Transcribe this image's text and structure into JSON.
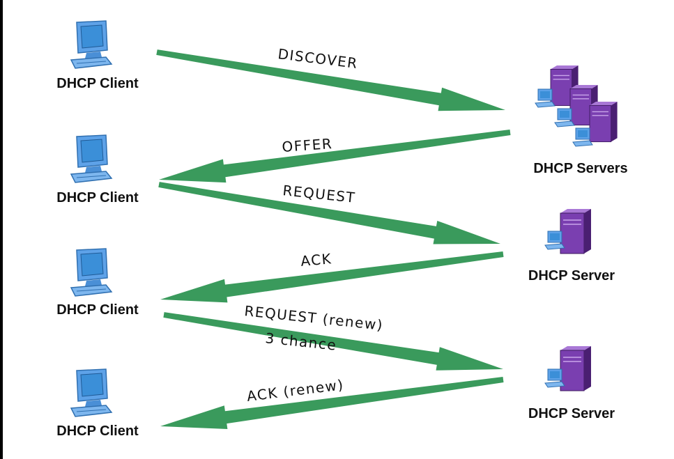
{
  "colors": {
    "arrow": "#3a9a5c",
    "monitor_screen": "#3b8fd8",
    "monitor_body": "#5ea2e8",
    "server_body": "#7a3fb0",
    "server_dark": "#4a1f72",
    "label": "#111111"
  },
  "clients": [
    {
      "label": "DHCP Client",
      "icon": "computer-icon"
    },
    {
      "label": "DHCP Client",
      "icon": "computer-icon"
    },
    {
      "label": "DHCP Client",
      "icon": "computer-icon"
    },
    {
      "label": "DHCP Client",
      "icon": "computer-icon"
    }
  ],
  "servers": [
    {
      "label": "DHCP Servers",
      "icon": "server-cluster-icon"
    },
    {
      "label": "DHCP Server",
      "icon": "server-icon"
    },
    {
      "label": "DHCP Server",
      "icon": "server-icon"
    }
  ],
  "messages": [
    {
      "label": "DISCOVER",
      "direction": "client-to-server"
    },
    {
      "label": "OFFER",
      "direction": "server-to-client"
    },
    {
      "label": "REQUEST",
      "direction": "client-to-server"
    },
    {
      "label": "ACK",
      "direction": "server-to-client"
    },
    {
      "label": "REQUEST (renew)",
      "sublabel": "3 chance",
      "direction": "client-to-server"
    },
    {
      "label": "ACK (renew)",
      "direction": "server-to-client"
    }
  ]
}
